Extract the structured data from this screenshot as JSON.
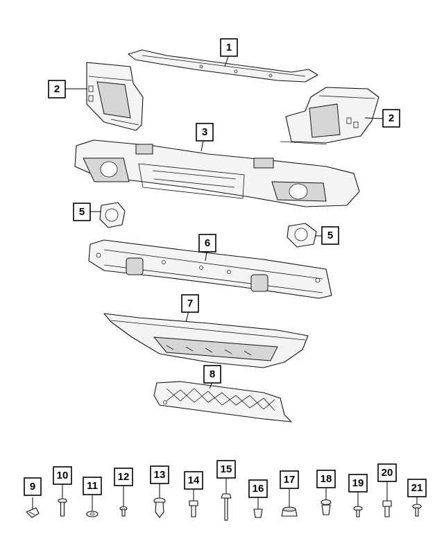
{
  "callouts": {
    "c1": "1",
    "c2a": "2",
    "c2b": "2",
    "c3": "3",
    "c5a": "5",
    "c5b": "5",
    "c6": "6",
    "c7": "7",
    "c8": "8",
    "c9": "9",
    "c10": "10",
    "c11": "11",
    "c12": "12",
    "c13": "13",
    "c14": "14",
    "c15": "15",
    "c16": "16",
    "c17": "17",
    "c18": "18",
    "c19": "19",
    "c20": "20",
    "c21": "21"
  }
}
